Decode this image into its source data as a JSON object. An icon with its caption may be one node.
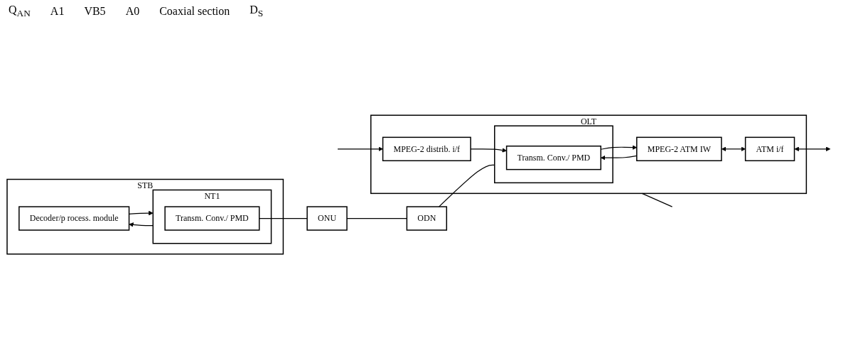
{
  "diagram": {
    "nodes": [
      {
        "text": [
          "STB"
        ]
      },
      {
        "text": [
          "Decoder/p rocess. module"
        ],
        "in": 0
      },
      {
        "text": [
          "NT1"
        ],
        "in": 0
      },
      {
        "text": [
          "Transm. Conv./ PMD"
        ],
        "in": 2
      },
      {
        "text": [
          "ONU"
        ]
      },
      {
        "text": [
          "ODN"
        ]
      },
      {
        "text": [
          "OLT"
        ]
      },
      {
        "text": [],
        "shape": "box",
        "in": 6
      },
      {
        "text": [
          "Transm. Conv./ PMD"
        ],
        "in": 7
      },
      {
        "text": [
          "MPEG-2 ATM IW"
        ],
        "in": 6
      },
      {
        "text": [
          "ATM i/f"
        ],
        "in": 6
      },
      {
        "text": [
          "MPEG-2 distrib. i/f"
        ],
        "in": 6
      }
    ],
    "edges": [
      {
        "from": 1,
        "to": 2,
        "arrow": "to"
      },
      {
        "from": 2,
        "to": 1,
        "arrow": "to"
      },
      {
        "from": 3,
        "to": 4,
        "arrow": "none"
      },
      {
        "from": 4,
        "to": 5,
        "arrow": "none"
      },
      {
        "from": 5,
        "to": 7,
        "arrow": "none"
      },
      {
        "from": 9,
        "to": 8,
        "arrow": "to"
      },
      {
        "from": 8,
        "to": 9,
        "arrow": "to"
      },
      {
        "from": 9,
        "to": 10,
        "arrow": "both"
      },
      {
        "from": 10,
        "to": null,
        "arrow": "both"
      },
      {
        "from": 11,
        "to": 8,
        "arrow": "to"
      },
      {
        "from": null,
        "to": 11,
        "arrow": "to"
      },
      {
        "from": 6,
        "to": null,
        "arrow": "none"
      }
    ],
    "labels": [
      "Q$_{AN}$",
      "A1",
      "VB5",
      "A0",
      "Coaxial section",
      "D$_{S}$"
    ]
  }
}
